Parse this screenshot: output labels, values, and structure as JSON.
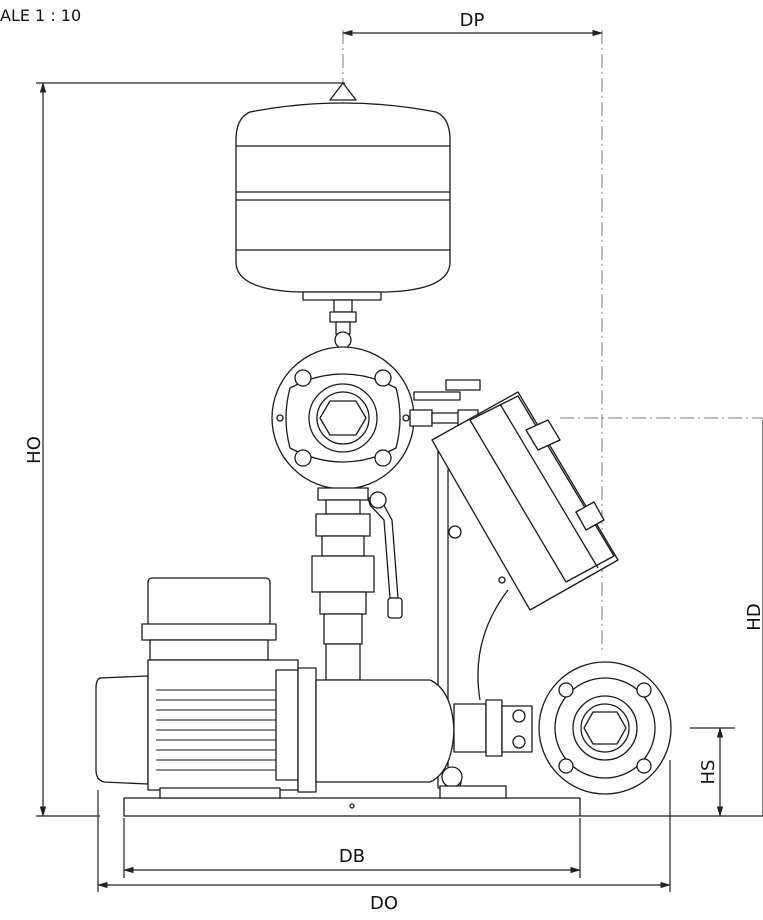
{
  "scale_label": "ALE 1 : 10",
  "dimensions": {
    "dp": "DP",
    "ho": "HO",
    "hd": "HD",
    "hs": "HS",
    "db": "DB",
    "do": "DO"
  },
  "colors": {
    "line": "#1a1a1a",
    "fill": "#ffffff",
    "dim": "#222222",
    "dash": "#777777"
  }
}
